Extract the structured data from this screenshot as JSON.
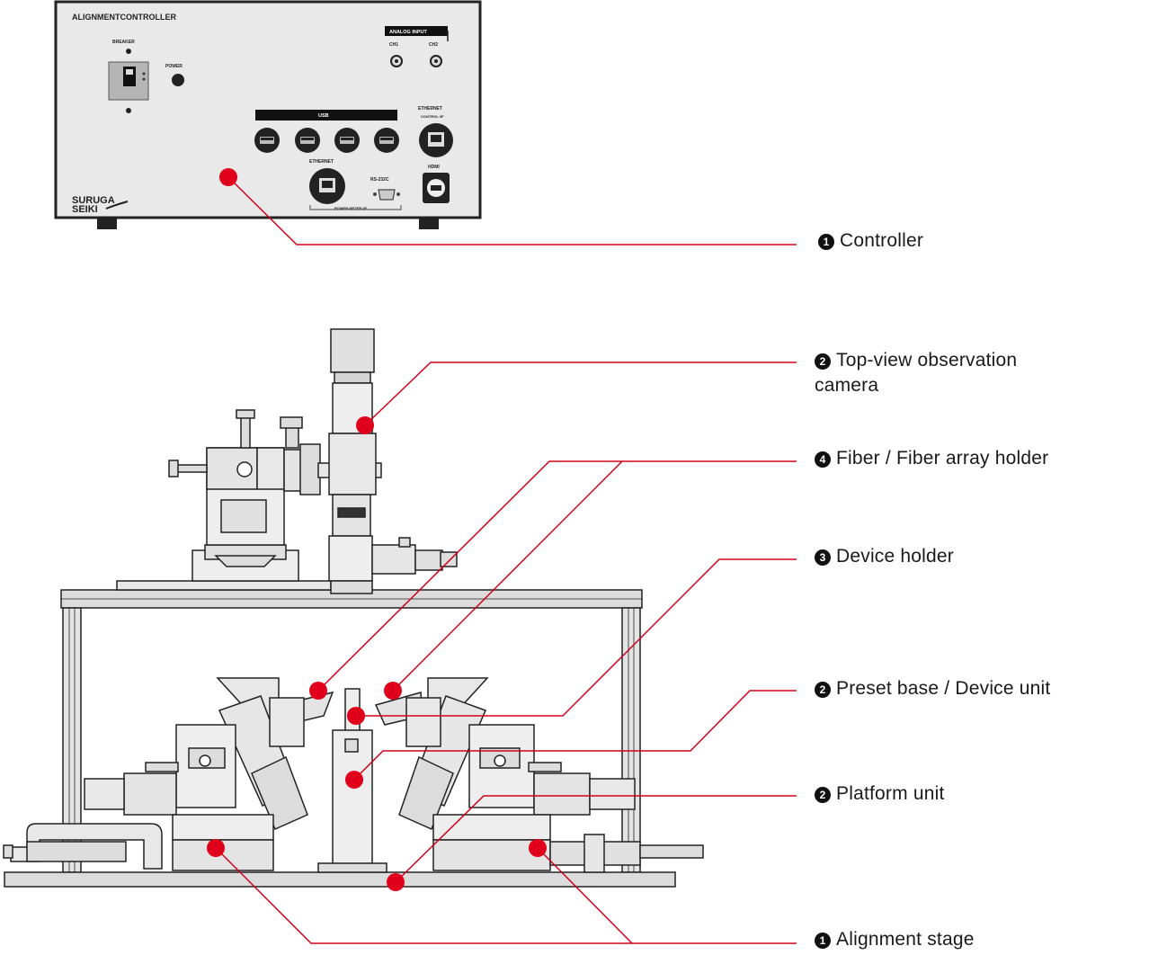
{
  "controller_panel": {
    "title": "ALIGNMENTCONTROLLER",
    "breaker": "BREAKER",
    "power": "POWER",
    "analog_input": "ANALOG INPUT",
    "ch1": "CH1",
    "ch2": "CH2",
    "usb": "USB",
    "ethernet_top": "ETHERNET",
    "control_if": "CONTROL I/F",
    "ethernet_bottom": "ETHERNET",
    "rs232c": "RS-232C",
    "hdmi": "HDMI",
    "power_meter_if": "POWER METER I/F",
    "brand_line1": "SURUGA",
    "brand_line2": "SEIKI"
  },
  "callouts": {
    "controller": {
      "num": "1",
      "label": "Controller"
    },
    "camera": {
      "num": "2",
      "label_line1": "Top-view observation",
      "label_line2": "camera"
    },
    "fiber_holder": {
      "num": "4",
      "label": "Fiber / Fiber array holder"
    },
    "device_holder": {
      "num": "3",
      "label": "Device holder"
    },
    "preset_base": {
      "num": "2",
      "label": "Preset base / Device unit"
    },
    "platform_unit": {
      "num": "2",
      "label": "Platform unit"
    },
    "alignment_stage": {
      "num": "1",
      "label": "Alignment stage"
    }
  },
  "colors": {
    "leader_line": "#d0021b",
    "marker": "#e0001b",
    "panel_face": "#e9e9e9",
    "outline": "#222222"
  }
}
